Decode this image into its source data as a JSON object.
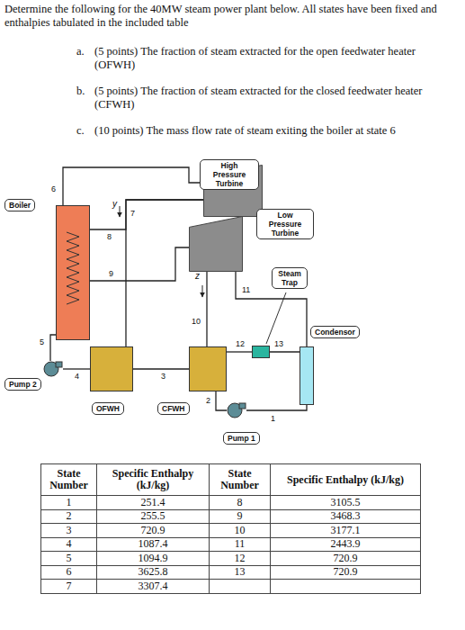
{
  "diagram": {
    "title": "Determine the following for the 40MW steam power plant below. All states have been fixed and enthalpies tabulated in the included table",
    "nodes": [
      {
        "text": [
          "Boiler"
        ]
      },
      {
        "text": [
          "High Pressure Turbine"
        ]
      },
      {
        "text": [
          "Low Pressure Turbine"
        ]
      },
      {
        "text": [
          "Steam Trap"
        ]
      },
      {
        "text": [
          "Condensor"
        ]
      },
      {
        "text": [
          "Pump 2"
        ]
      },
      {
        "text": [
          "Pump 1"
        ]
      },
      {
        "text": [
          "OFWH"
        ]
      },
      {
        "text": [
          "CFWH"
        ]
      }
    ],
    "edges": [
      {
        "from": 0,
        "to": 1,
        "label": "6",
        "arrow": "none"
      },
      {
        "from": 1,
        "to": 7,
        "label": "7",
        "arrow": "none"
      },
      {
        "from": 1,
        "to": 0,
        "label": "8",
        "arrow": "none"
      },
      {
        "from": 0,
        "to": 2,
        "label": "9",
        "arrow": "none"
      },
      {
        "from": 2,
        "to": 8,
        "label": "10",
        "arrow": "none"
      },
      {
        "from": 2,
        "to": 4,
        "label": "11",
        "arrow": "none"
      },
      {
        "from": 8,
        "to": 3,
        "label": "12",
        "arrow": "none"
      },
      {
        "from": 3,
        "to": 4,
        "label": "13",
        "arrow": "none"
      },
      {
        "from": 4,
        "to": 6,
        "label": "1",
        "arrow": "none"
      },
      {
        "from": 6,
        "to": 8,
        "label": "2",
        "arrow": "none"
      },
      {
        "from": 8,
        "to": 7,
        "label": "3",
        "arrow": "none"
      },
      {
        "from": 7,
        "to": 5,
        "label": "4",
        "arrow": "none"
      },
      {
        "from": 5,
        "to": 0,
        "label": "5",
        "arrow": "none"
      }
    ],
    "labels": [
      "a.",
      "(5 points) The fraction of steam extracted for the open feedwater heater (OFWH)",
      "b.",
      "(5 points) The fraction of steam extracted for the closed feedwater heater (CFWH)",
      "c.",
      "(10 points) The mass flow rate of steam exiting the boiler at state 6",
      "y",
      "z",
      "State Number",
      "Specific Enthalpy (kJ/kg)",
      "State Number",
      "Specific Enthalpy (kJ/kg)",
      "1",
      "251.4",
      "8",
      "3105.5",
      "2",
      "255.5",
      "9",
      "3468.3",
      "3",
      "720.9",
      "10",
      "3177.1",
      "4",
      "1087.4",
      "11",
      "2443.9",
      "5",
      "1094.9",
      "12",
      "720.9",
      "6",
      "3625.8",
      "13",
      "720.9",
      "7",
      "3307.4"
    ]
  }
}
